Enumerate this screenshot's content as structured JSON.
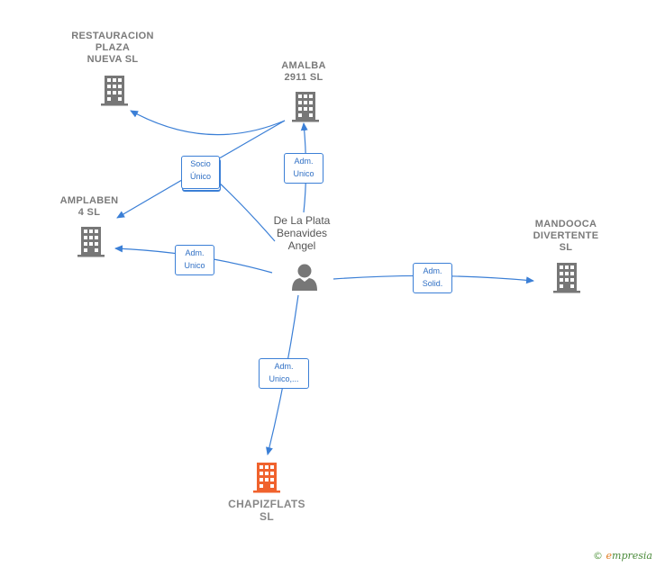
{
  "colors": {
    "edge": "#3b7fd6",
    "building_gray": "#777777",
    "building_focus": "#f0622d",
    "person": "#777777"
  },
  "person": {
    "label": "De La Plata\nBenavides\nAngel"
  },
  "companies": {
    "restauracion": {
      "label": "RESTAURACION\nPLAZA\nNUEVA  SL"
    },
    "amalba": {
      "label": "AMALBA\n2911  SL"
    },
    "amplaben": {
      "label": "AMPLABEN\n4  SL"
    },
    "mandooca": {
      "label": "MANDOOCA\nDIVERTENTE\nSL"
    },
    "chapizflats": {
      "label": "CHAPIZFLATS\nSL"
    }
  },
  "edges": {
    "socio": {
      "label": "Socio\nÚnico"
    },
    "amalba_adm": {
      "label": "Adm.\nUnico"
    },
    "amplaben_adm": {
      "label": "Adm.\nUnico"
    },
    "mandooca_adm": {
      "label": "Adm.\nSolid."
    },
    "chapiz_adm": {
      "label": "Adm.\nUnico,..."
    }
  },
  "footer": {
    "copyright_symbol": "©",
    "brand_initial": "e",
    "brand_rest": "mpresia"
  }
}
